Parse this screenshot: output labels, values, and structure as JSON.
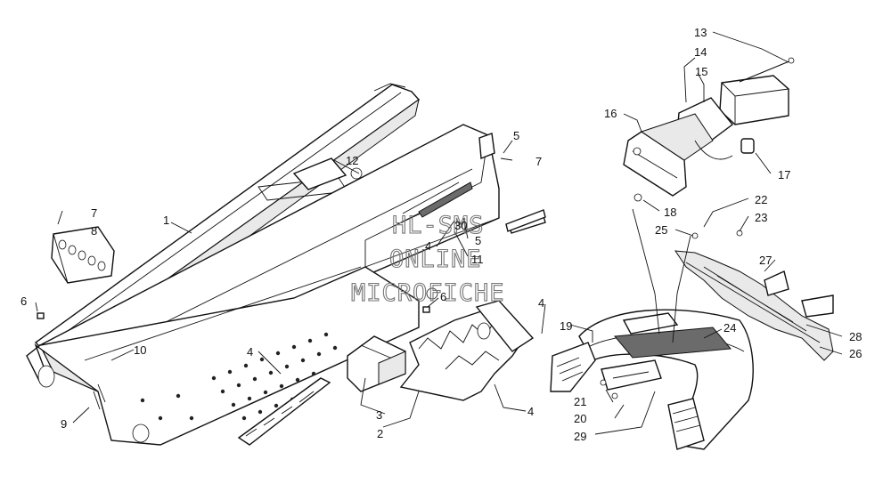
{
  "watermark": {
    "line1": "HL-SMS",
    "line2": "ONLINE",
    "line3": "MICROFICHE"
  },
  "callouts": {
    "c1": "1",
    "c2": "2",
    "c3": "3",
    "c4a": "4",
    "c4b": "4",
    "c4c": "4",
    "c4d": "4",
    "c5a": "5",
    "c5b": "5",
    "c6a": "6",
    "c6b": "6",
    "c7a": "7",
    "c7b": "7",
    "c8": "8",
    "c9": "9",
    "c10": "10",
    "c11": "11",
    "c12": "12",
    "c13": "13",
    "c14": "14",
    "c15": "15",
    "c16": "16",
    "c17": "17",
    "c18": "18",
    "c19": "19",
    "c20": "20",
    "c21": "21",
    "c22": "22",
    "c23": "23",
    "c24": "24",
    "c25": "25",
    "c26": "26",
    "c27": "27",
    "c28": "28",
    "c29": "29",
    "c30": "30"
  }
}
